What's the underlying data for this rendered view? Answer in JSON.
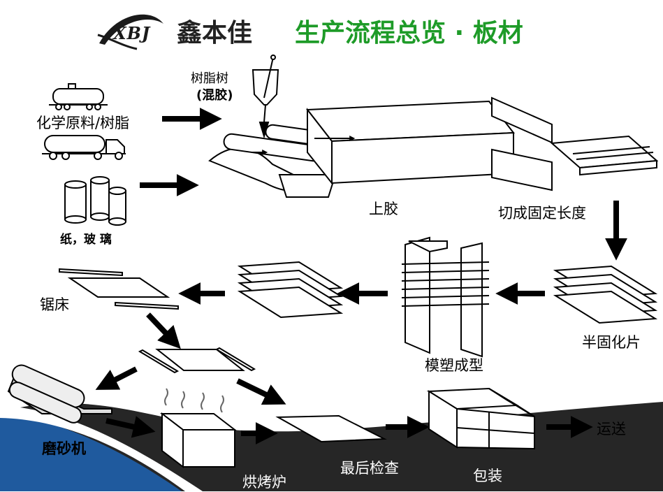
{
  "header": {
    "logo_text": "XBJ",
    "brand": "鑫本佳",
    "title": "生产流程总览 · 板材"
  },
  "labels": {
    "resin_mix": "树脂树",
    "resin_mix_paren": "(混胶)",
    "raw_materials": "化学原料/树脂",
    "paper_glass": "纸，玻 璃",
    "gluing": "上胶",
    "cut_to_length": "切成固定长度",
    "saw": "锯床",
    "prepreg": "半固化片",
    "molding": "模塑成型",
    "sander": "磨砂机",
    "oven": "烘烤炉",
    "final_inspection": "最后检查",
    "packaging": "包装",
    "shipping": "运送"
  },
  "colors": {
    "title_green": "#1e9b28",
    "ground_dark": "#262626",
    "ground_blue": "#1f5a9e",
    "arrow": "#000000"
  }
}
